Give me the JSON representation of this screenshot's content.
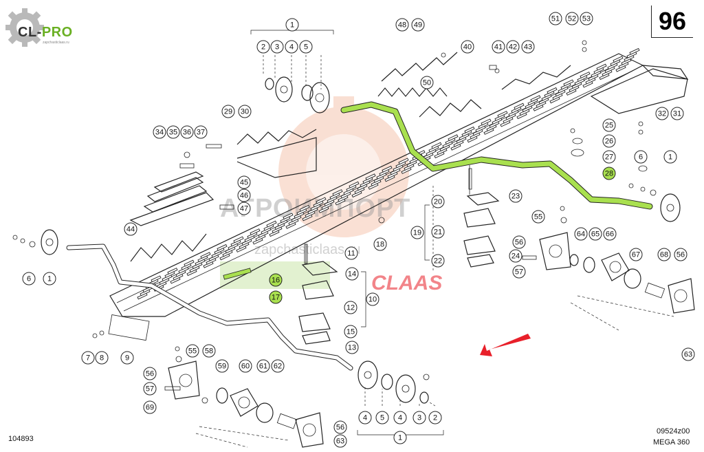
{
  "page_number": "96",
  "logo": {
    "text_main": "CL-",
    "text_accent": "PRO",
    "subtitle": "zapchasticlaas.ru"
  },
  "diagram_number": "104893",
  "drawing_code": "09524z00",
  "model": "MEGA 360",
  "watermarks": {
    "company": "АГРОИМПОРТ",
    "site": "zapchasticlaas.ru",
    "brand": "CLAAS"
  },
  "highlight_color": "#a9e04f",
  "arrow_color": "#e8202a",
  "highlighted_callouts": [
    "16",
    "17",
    "28"
  ],
  "callouts": [
    "1",
    "2",
    "3",
    "4",
    "5",
    "6",
    "7",
    "8",
    "9",
    "10",
    "11",
    "12",
    "13",
    "14",
    "15",
    "16",
    "17",
    "18",
    "19",
    "20",
    "21",
    "22",
    "23",
    "24",
    "25",
    "26",
    "27",
    "28",
    "29",
    "30",
    "31",
    "32",
    "34",
    "35",
    "36",
    "37",
    "40",
    "41",
    "42",
    "43",
    "44",
    "45",
    "46",
    "47",
    "48",
    "49",
    "50",
    "51",
    "52",
    "53",
    "55",
    "56",
    "57",
    "58",
    "59",
    "60",
    "61",
    "62",
    "63",
    "64",
    "65",
    "66",
    "67",
    "68",
    "69"
  ]
}
